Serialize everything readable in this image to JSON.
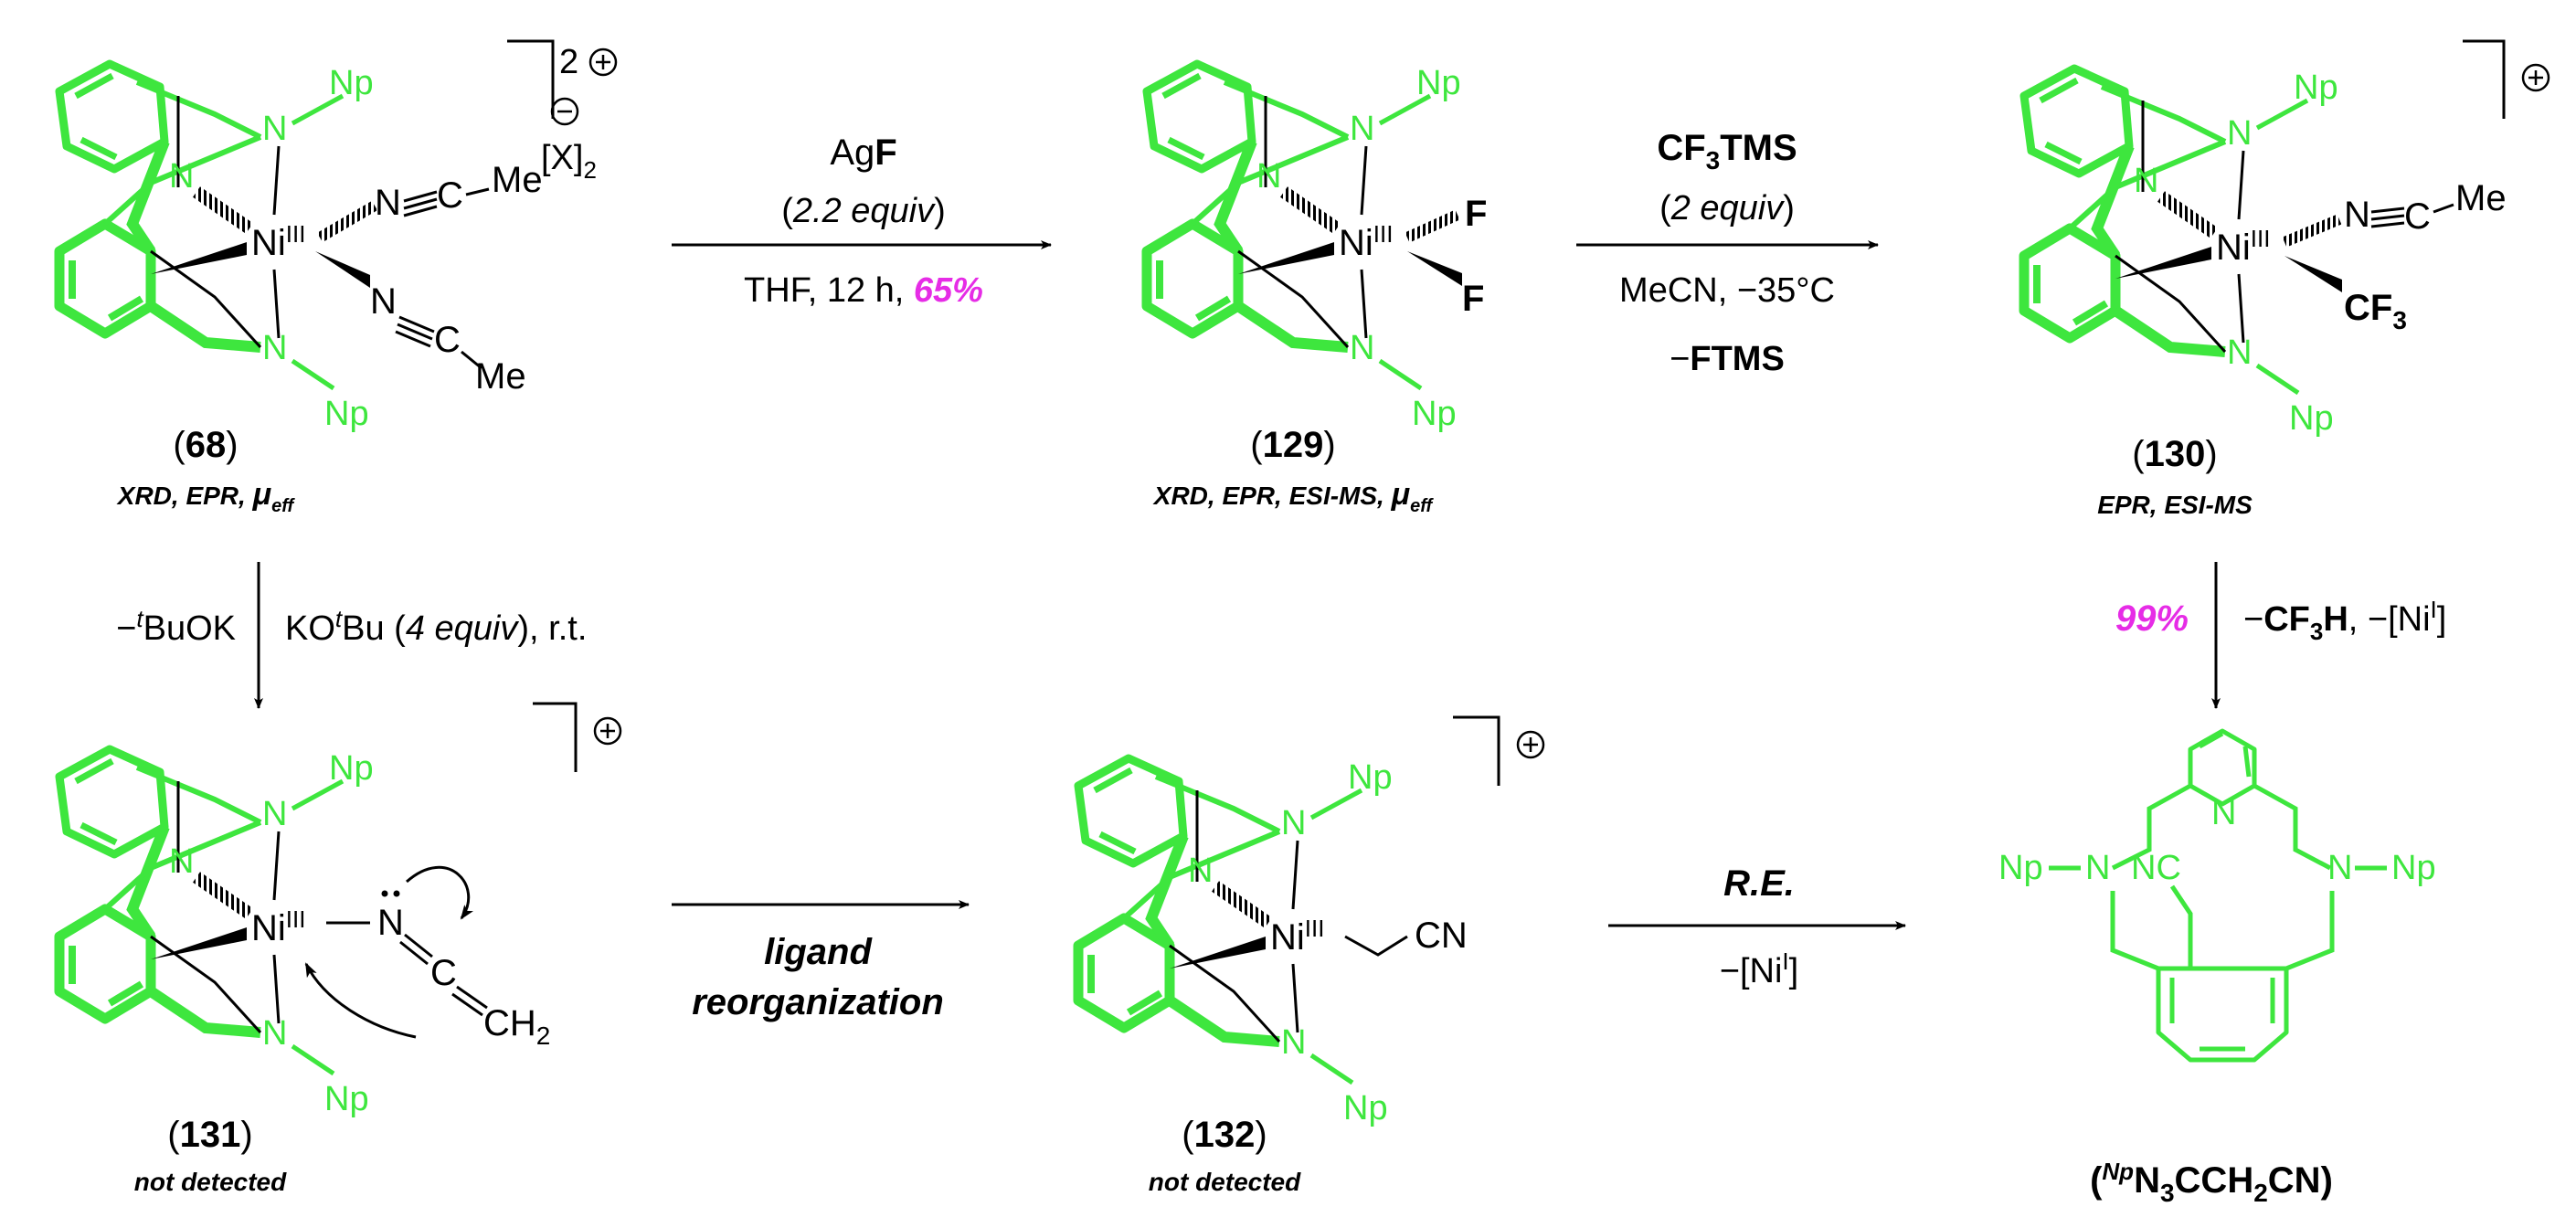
{
  "compounds": {
    "c68": {
      "number": "68",
      "notes": [
        "XRD, EPR, ",
        "μ",
        "eff"
      ],
      "charge": "2",
      "counterion": "[X]",
      "counterion_sub": "2",
      "ligands": [
        "N",
        "C",
        "Me",
        "N",
        "C",
        "Me"
      ]
    },
    "c129": {
      "number": "129",
      "notes": [
        "XRD, EPR, ESI-MS, ",
        "μ",
        "eff"
      ],
      "ligands": [
        "F",
        "F"
      ]
    },
    "c130": {
      "number": "130",
      "notes": "EPR, ESI-MS",
      "ligands": [
        "N",
        "C",
        "Me",
        "CF",
        "3"
      ]
    },
    "c131": {
      "number": "131",
      "notes": "not detected",
      "ligands": [
        "N",
        "C",
        "CH",
        "2"
      ]
    },
    "c132": {
      "number": "132",
      "notes": "not detected",
      "ligands": [
        "CN"
      ]
    },
    "product": {
      "label_sup": "Np",
      "label": "N",
      "label_sub1": "3",
      "label_tail": "CCH",
      "label_sub2": "2",
      "label_end": "CN",
      "pieces": [
        "N",
        "Np",
        "N",
        "Np",
        "NC",
        "N"
      ]
    }
  },
  "common": {
    "metal": "Ni",
    "oxidation": "III",
    "amine_n": "N",
    "pyridine_n": "N",
    "np": "Np"
  },
  "arrows": {
    "a1": {
      "reagent_pre": "Ag",
      "reagent_bold": "F",
      "equiv": "2.2 equiv",
      "conditions": "THF, 12 h, ",
      "yield": "65%"
    },
    "a2": {
      "reagent": "CF",
      "reagent_sub": "3",
      "reagent_tail": "TMS",
      "equiv": "2 equiv",
      "conditions": "MeCN, −35°C",
      "byproduct_pre": "−",
      "byproduct": "FTMS"
    },
    "a3": {
      "left_pre": "−",
      "left_sup": "t",
      "left_tail": "BuOK",
      "right_pre": "KO",
      "right_sup": "t",
      "right_mid": "Bu (",
      "right_equiv": "4 equiv",
      "right_tail": "), r.t."
    },
    "a4": {
      "line1": "ligand",
      "line2": "reorganization"
    },
    "a5": {
      "label": "R.E.",
      "byproduct_pre": "−[Ni",
      "byproduct_sup": "I",
      "byproduct_tail": "]"
    },
    "a6": {
      "yield": "99%",
      "byproduct_pre": "−",
      "byproduct_bold": "CF",
      "byproduct_sub": "3",
      "byproduct_bold_tail": "H",
      "byproduct_mid": ", −[Ni",
      "byproduct_sup": "I",
      "byproduct_tail": "]"
    }
  },
  "colors": {
    "ligand": "#3ee63e",
    "highlight": "#e62ce6",
    "ink": "#000000"
  }
}
